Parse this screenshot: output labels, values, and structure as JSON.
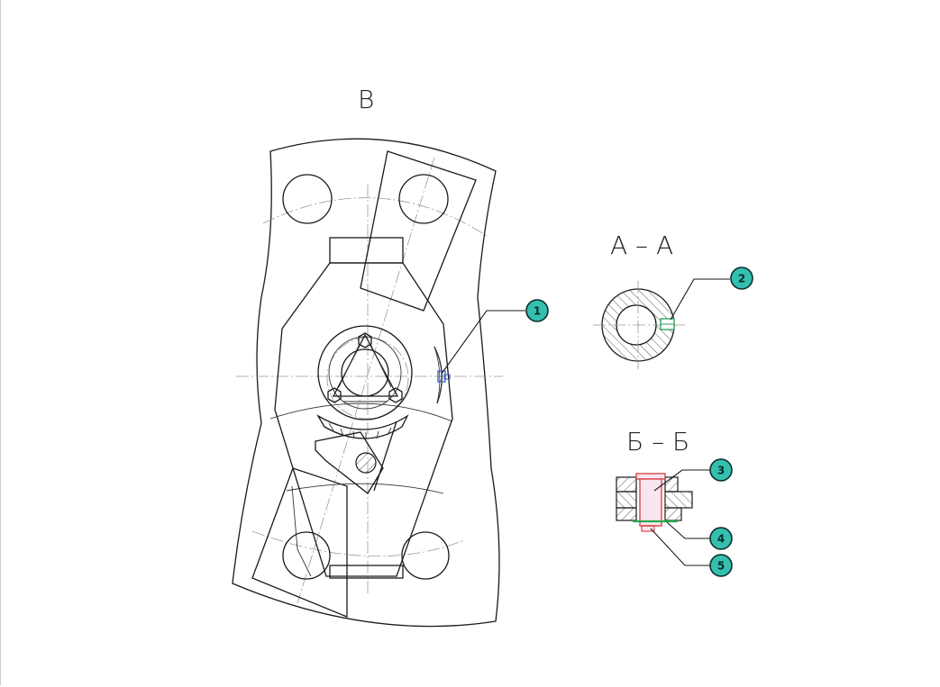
{
  "views": {
    "main_label": "B",
    "section_a_label": "A – A",
    "section_b_label": "Б – Б"
  },
  "callouts": [
    {
      "number": "1"
    },
    {
      "number": "2"
    },
    {
      "number": "3"
    },
    {
      "number": "4"
    },
    {
      "number": "5"
    }
  ],
  "colors": {
    "callout_fill": "#35bfae",
    "part1_color": "#3a62c4",
    "part2_color": "#1f9e5a",
    "part3_color": "#d23b3b",
    "part4_color": "#2aa84a"
  }
}
